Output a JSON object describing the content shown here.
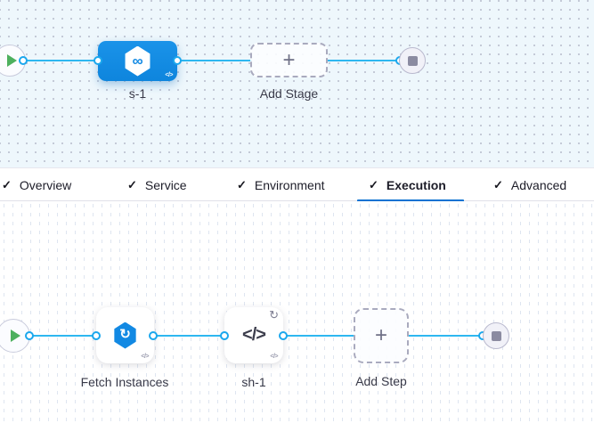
{
  "colors": {
    "stage_node_blue": "#1289e3",
    "connector_blue": "#2eb7f0",
    "active_tab_underline": "#0b72d2",
    "play_green": "#4db05e",
    "stop_gray": "#8b8ba1",
    "stage_canvas_bg": "#eef7fc",
    "exec_canvas_bg": "#ffffff"
  },
  "icons": {
    "check": "✓",
    "plus": "+",
    "infinity": "∞",
    "code": "</>",
    "fetch_arrow": "↻",
    "loop_arrow": "↻"
  },
  "stage_graph": {
    "stage": {
      "label": "s-1"
    },
    "add_stage": {
      "label": "Add Stage"
    }
  },
  "tabs": {
    "items": [
      {
        "label": "Overview",
        "checked": true,
        "active": false
      },
      {
        "label": "Service",
        "checked": true,
        "active": false
      },
      {
        "label": "Environment",
        "checked": true,
        "active": false
      },
      {
        "label": "Execution",
        "checked": true,
        "active": true
      },
      {
        "label": "Advanced",
        "checked": true,
        "active": false
      }
    ]
  },
  "execution_graph": {
    "steps": [
      {
        "label": "Fetch Instances"
      },
      {
        "label": "sh-1"
      }
    ],
    "add_step": {
      "label": "Add Step"
    }
  }
}
